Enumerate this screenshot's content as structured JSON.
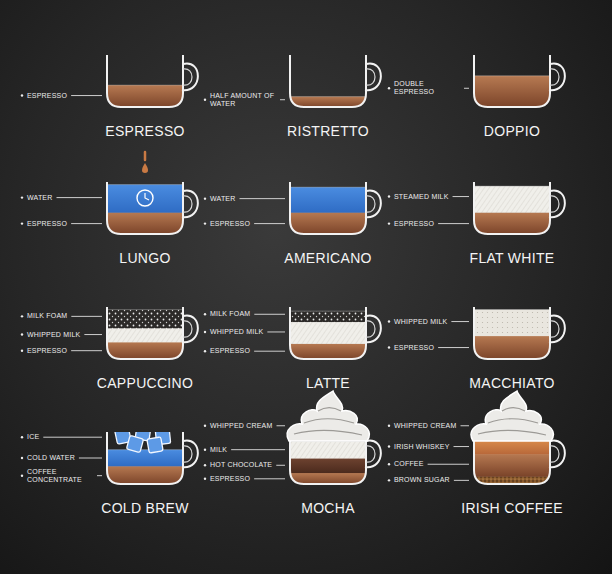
{
  "diagram": {
    "labels": [
      "ESPRESSO",
      "ESPRESSO",
      "HALF AMOUNT OF WATER",
      "RISTRETTO",
      "DOUBLE ESPRESSO",
      "DOPPIO",
      "WATER",
      "ESPRESSO",
      "LUNGO",
      "WATER",
      "ESPRESSO",
      "AMERICANO",
      "STEAMED MILK",
      "ESPRESSO",
      "FLAT WHITE",
      "MILK FOAM",
      "WHIPPED MILK",
      "ESPRESSO",
      "CAPPUCCINO",
      "MILK FOAM",
      "WHIPPED MILK",
      "ESPRESSO",
      "LATTE",
      "WHIPPED MILK",
      "ESPRESSO",
      "MACCHIATO",
      "ICE",
      "COLD WATER",
      "COFFEE CONCENTRATE",
      "COLD BREW",
      "WHIPPED CREAM",
      "MILK",
      "HOT CHOCOLATE",
      "ESPRESSO",
      "MOCHA",
      "WHIPPED CREAM",
      "IRISH WHISKEY",
      "COFFEE",
      "BROWN SUGAR",
      "IRISH COFFEE"
    ]
  }
}
